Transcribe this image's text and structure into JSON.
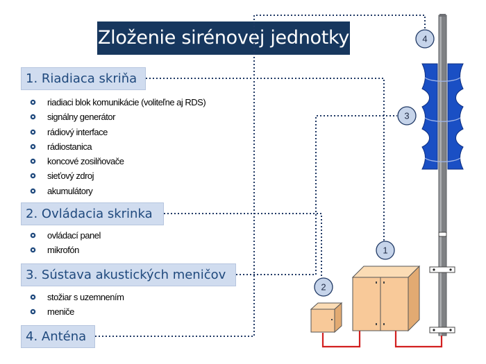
{
  "title": "Zloženie sirénovej jednotky",
  "sections": [
    {
      "label": "1. Riadiaca skriňa",
      "items": [
        "riadiaci blok komunikácie (voliteľne aj RDS)",
        "signálny generátor",
        "rádiový interface",
        "rádiostanica",
        "koncové zosilňovače",
        "sieťový zdroj",
        "akumulátory"
      ]
    },
    {
      "label": "2. Ovládacia skrinka",
      "items": [
        "ovládací panel",
        "mikrofón"
      ]
    },
    {
      "label": "3. Sústava akustických meničov",
      "items": [
        "stožiar s uzemnením",
        "meniče"
      ]
    },
    {
      "label": "4. Anténa",
      "items": []
    }
  ],
  "callouts": [
    "1",
    "2",
    "3",
    "4"
  ],
  "colors": {
    "title_bg": "#17375e",
    "section_bg": "#d0dcef",
    "section_text": "#1f497d",
    "cabinet": "#f8c999",
    "siren_horn": "#1a4fc4",
    "wire": "#d21f1f",
    "dotted_leader": "#1f3864",
    "callout_fill": "#c6d4ea"
  }
}
